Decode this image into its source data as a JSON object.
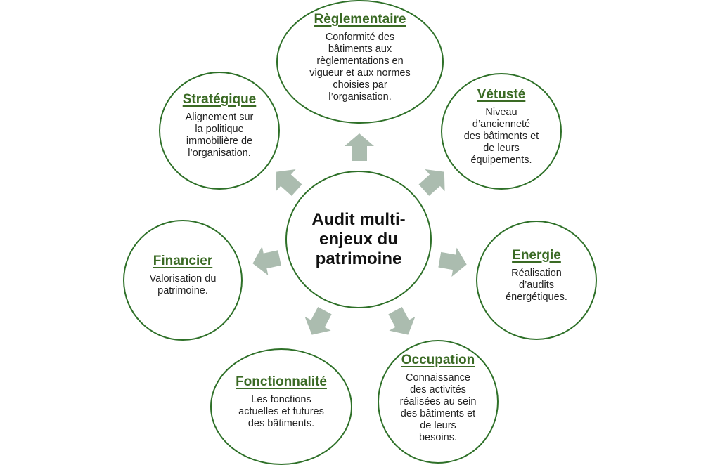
{
  "center": {
    "title": "Audit multi-\nenjeux du\npatrimoine"
  },
  "colors": {
    "outline": "#2e7028",
    "heading": "#3a6a24",
    "arrow": "#abbcaf",
    "text": "#222222"
  },
  "nodes": [
    {
      "id": "reglementaire",
      "title": "Règlementaire",
      "description": "Conformité des\nbâtiments aux\nrèglementations en\nvigueur et aux normes\nchoisies par\nl’organisation."
    },
    {
      "id": "vetuste",
      "title": "Vétusté",
      "description": "Niveau\nd’ancienneté\ndes bâtiments et\nde leurs\néquipements."
    },
    {
      "id": "energie",
      "title": "Energie",
      "description": "Réalisation\nd’audits\nénergétiques."
    },
    {
      "id": "occupation",
      "title": "Occupation",
      "description": "Connaissance\ndes activités\nréalisées au sein\ndes bâtiments et\nde leurs\nbesoins."
    },
    {
      "id": "fonctionnalite",
      "title": "Fonctionnalité",
      "description": "Les fonctions\nactuelles et futures\ndes bâtiments."
    },
    {
      "id": "financier",
      "title": "Financier",
      "description": "Valorisation du\npatrimoine."
    },
    {
      "id": "strategique",
      "title": "Stratégique",
      "description": "Alignement sur\nla politique\nimmobilière de\nl’organisation."
    }
  ],
  "arrows": [
    {
      "target": "reglementaire",
      "icon": "arrow-up-icon"
    },
    {
      "target": "vetuste",
      "icon": "arrow-up-right-icon"
    },
    {
      "target": "energie",
      "icon": "arrow-right-icon"
    },
    {
      "target": "occupation",
      "icon": "arrow-down-right-icon"
    },
    {
      "target": "fonctionnalite",
      "icon": "arrow-down-left-icon"
    },
    {
      "target": "financier",
      "icon": "arrow-left-icon"
    },
    {
      "target": "strategique",
      "icon": "arrow-up-left-icon"
    }
  ]
}
